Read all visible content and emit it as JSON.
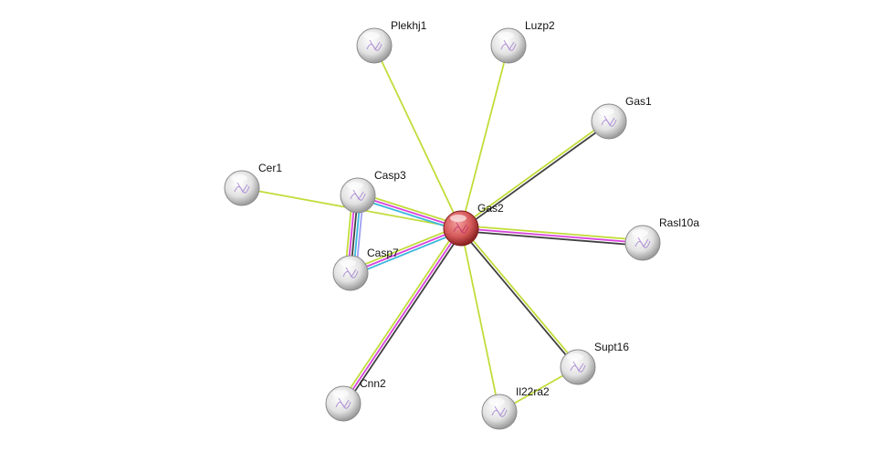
{
  "colors": {
    "textmining": "#c2dc3a",
    "database": "#3ab8dc",
    "experimental": "#d843dc",
    "coexpression": "#404040",
    "homology": "#9e9ef2",
    "query_node": "#d85a5a",
    "node": "#e4e4e4"
  },
  "nodes": [
    {
      "id": "Gas2",
      "label": "Gas2",
      "query": true
    },
    {
      "id": "Plekhj1",
      "label": "Plekhj1"
    },
    {
      "id": "Luzp2",
      "label": "Luzp2"
    },
    {
      "id": "Gas1",
      "label": "Gas1"
    },
    {
      "id": "Cer1",
      "label": "Cer1"
    },
    {
      "id": "Casp3",
      "label": "Casp3"
    },
    {
      "id": "Rasl10a",
      "label": "Rasl10a"
    },
    {
      "id": "Casp7",
      "label": "Casp7"
    },
    {
      "id": "Supt16",
      "label": "Supt16"
    },
    {
      "id": "Cnn2",
      "label": "Cnn2"
    },
    {
      "id": "Il22ra2",
      "label": "Il22ra2"
    }
  ],
  "edges": [
    {
      "source": "Gas2",
      "target": "Plekhj1",
      "evidence": [
        "textmining"
      ]
    },
    {
      "source": "Gas2",
      "target": "Luzp2",
      "evidence": [
        "textmining"
      ]
    },
    {
      "source": "Gas2",
      "target": "Gas1",
      "evidence": [
        "textmining",
        "coexpression"
      ]
    },
    {
      "source": "Gas2",
      "target": "Cer1",
      "evidence": [
        "textmining"
      ]
    },
    {
      "source": "Gas2",
      "target": "Casp3",
      "evidence": [
        "database",
        "experimental",
        "textmining"
      ]
    },
    {
      "source": "Gas2",
      "target": "Rasl10a",
      "evidence": [
        "textmining",
        "experimental",
        "coexpression"
      ]
    },
    {
      "source": "Gas2",
      "target": "Casp7",
      "evidence": [
        "database",
        "experimental",
        "textmining"
      ]
    },
    {
      "source": "Gas2",
      "target": "Supt16",
      "evidence": [
        "textmining",
        "coexpression"
      ]
    },
    {
      "source": "Gas2",
      "target": "Cnn2",
      "evidence": [
        "coexpression",
        "experimental",
        "textmining"
      ]
    },
    {
      "source": "Gas2",
      "target": "Il22ra2",
      "evidence": [
        "textmining"
      ]
    },
    {
      "source": "Il22ra2",
      "target": "Supt16",
      "evidence": [
        "textmining"
      ]
    },
    {
      "source": "Casp3",
      "target": "Casp7",
      "evidence": [
        "homology",
        "database",
        "coexpression",
        "experimental",
        "textmining"
      ]
    }
  ]
}
